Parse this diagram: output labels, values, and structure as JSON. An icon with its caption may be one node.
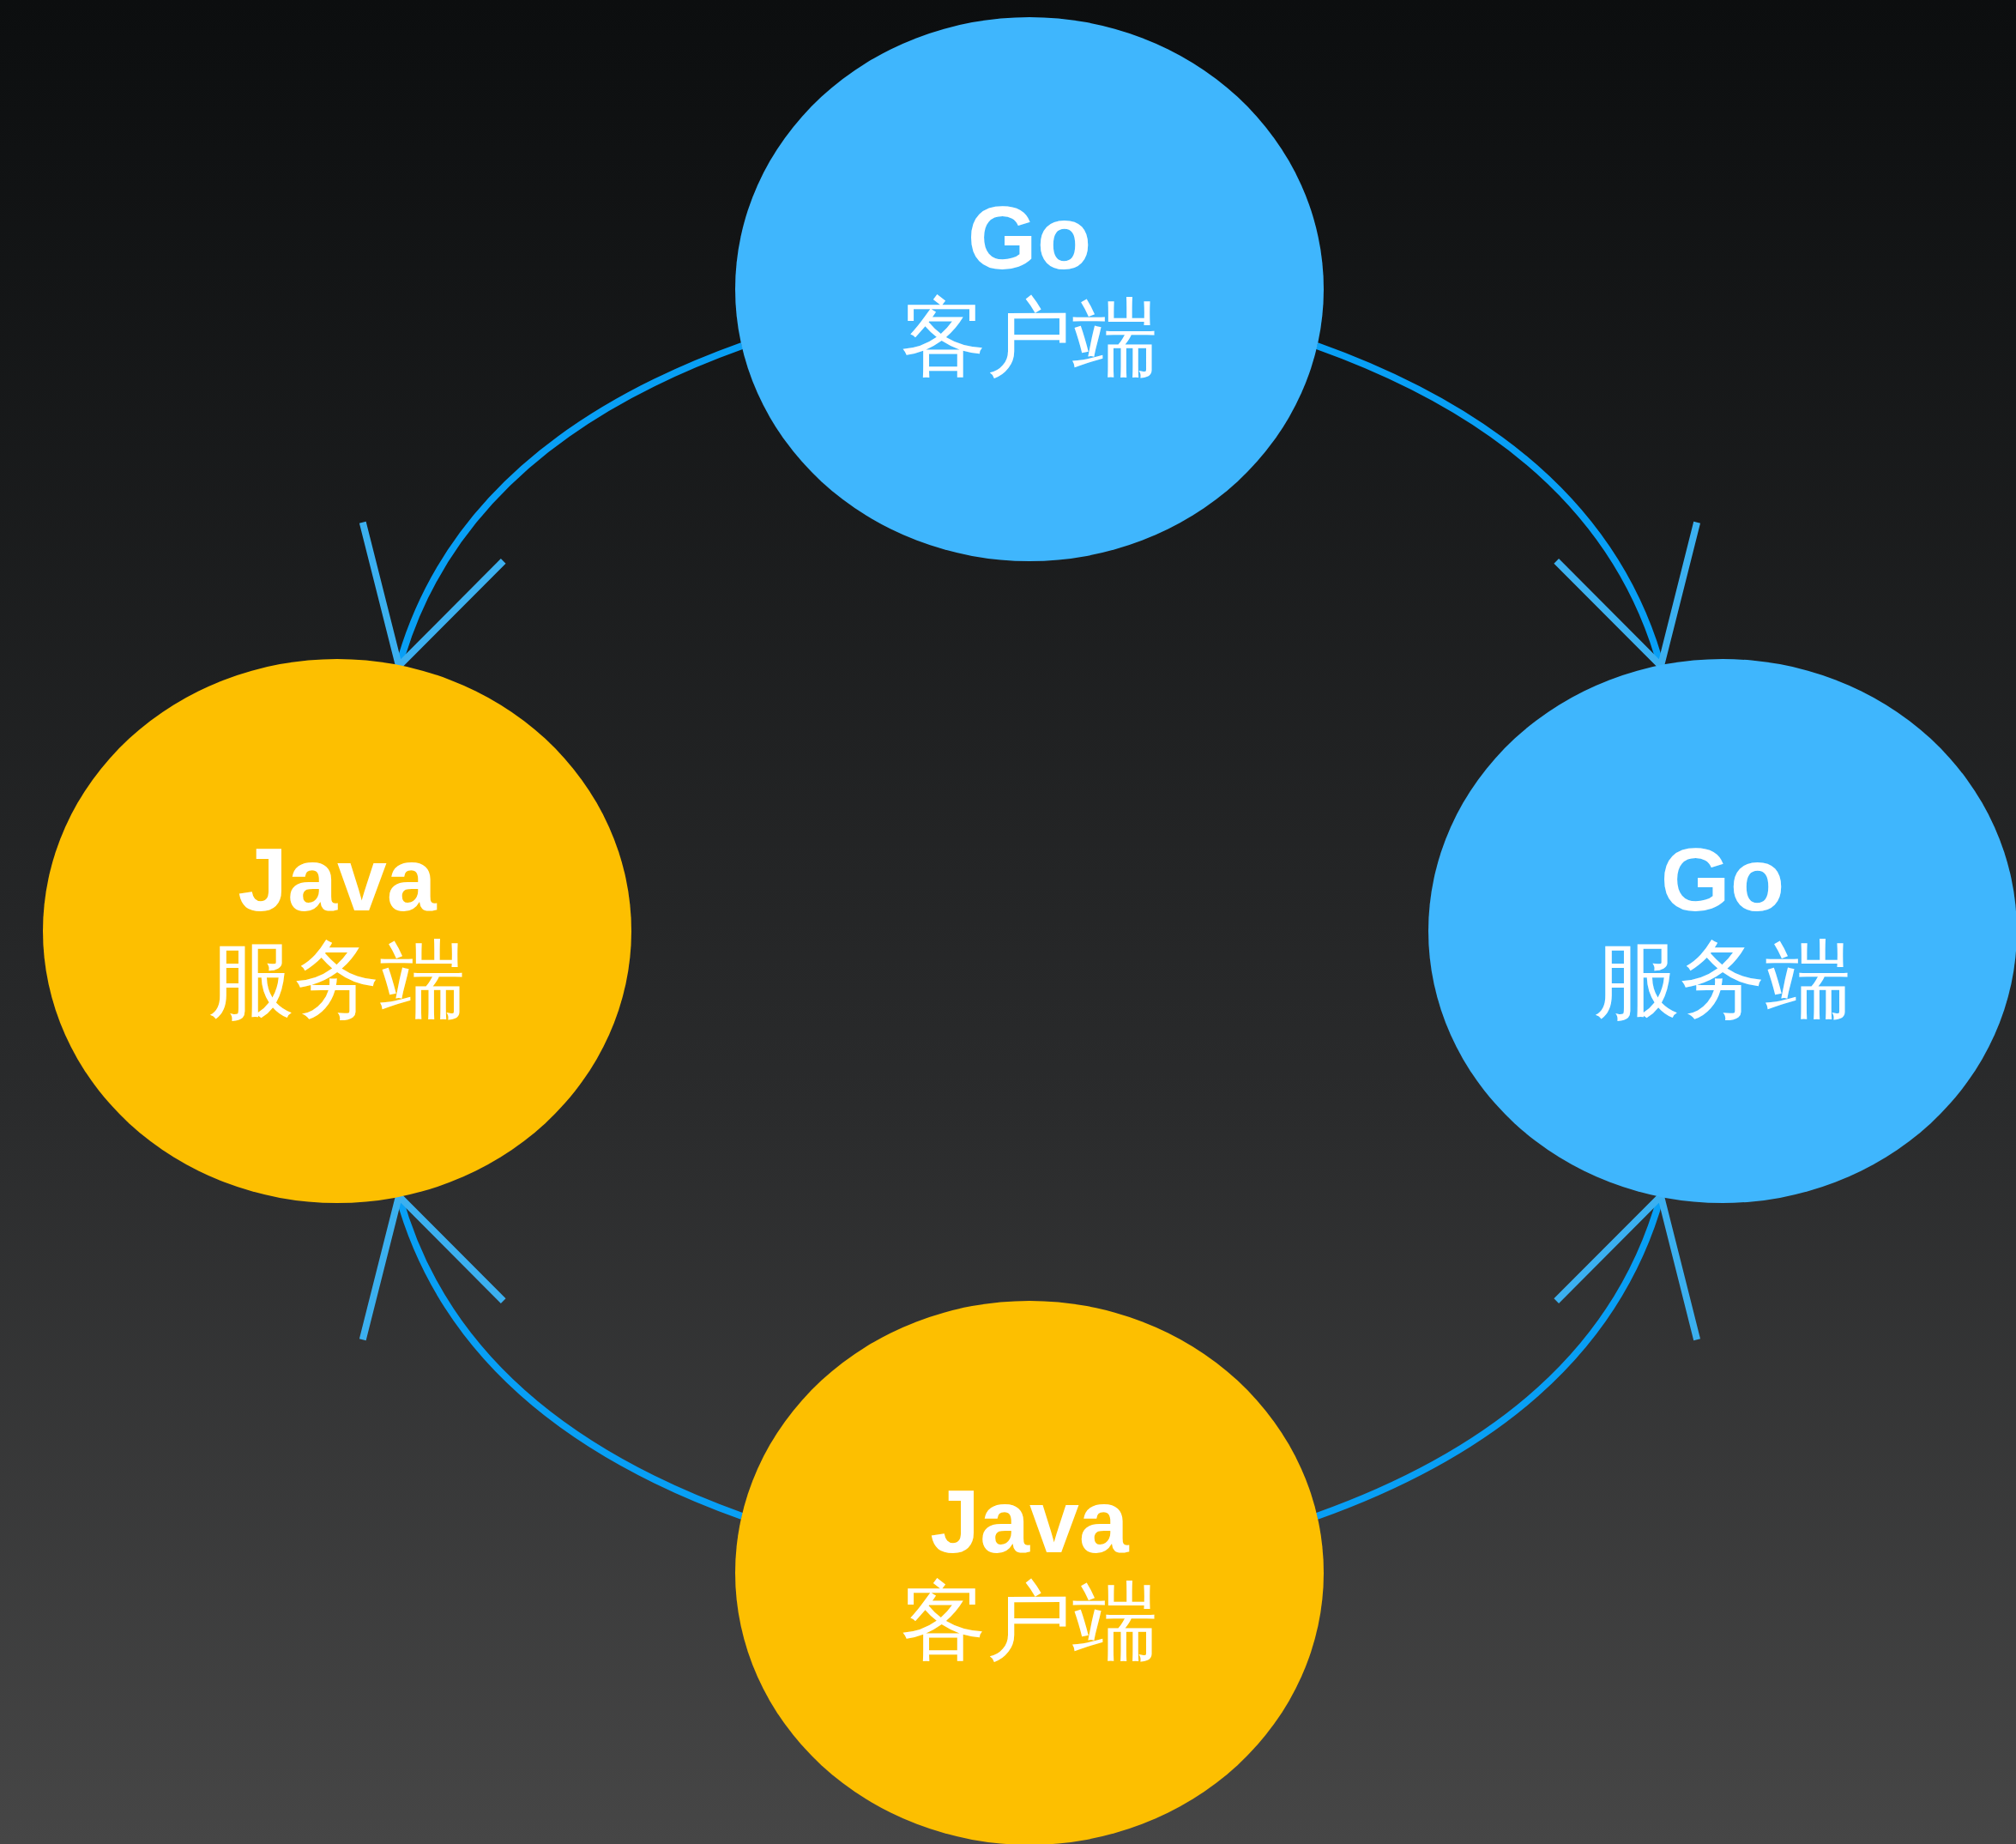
{
  "diagram": {
    "nodes": [
      {
        "text": [
          "Go",
          "客户端"
        ]
      },
      {
        "text": [
          "Java",
          "服务端"
        ]
      },
      {
        "text": [
          "Go",
          "服务端"
        ]
      },
      {
        "text": [
          "Java",
          "客户端"
        ]
      }
    ],
    "edges": [
      {
        "from": 0,
        "to": 1,
        "arrow": "to"
      },
      {
        "from": 0,
        "to": 2,
        "arrow": "to"
      },
      {
        "from": 3,
        "to": 1,
        "arrow": "to"
      },
      {
        "from": 3,
        "to": 2,
        "arrow": "to"
      }
    ]
  }
}
